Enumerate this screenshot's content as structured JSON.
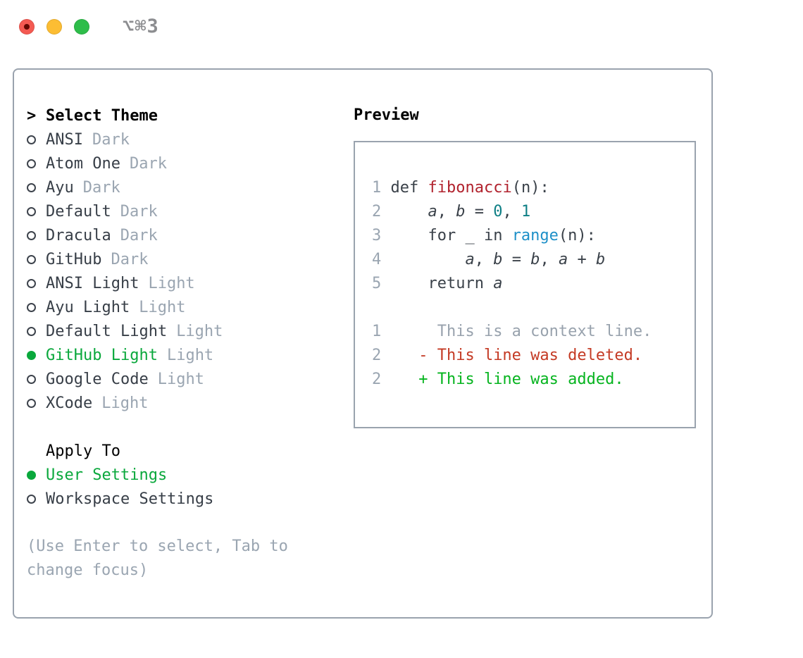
{
  "titlebar": {
    "title": "⌥⌘3",
    "traffic_lights": [
      "close",
      "minimize",
      "zoom"
    ]
  },
  "colors": {
    "accent_green": "#0aa83c",
    "panel_border": "#9aa3ae",
    "muted_gray": "#9aa5b1",
    "dark_text": "#373e47",
    "traffic_red": "#f45a52",
    "traffic_yellow": "#fcbd33",
    "traffic_green": "#2ebd4a"
  },
  "theme_panel": {
    "header_prefix": ">",
    "header": "Select Theme",
    "themes": [
      {
        "name": "ANSI",
        "variant": "Dark",
        "selected": false
      },
      {
        "name": "Atom One",
        "variant": "Dark",
        "selected": false
      },
      {
        "name": "Ayu",
        "variant": "Dark",
        "selected": false
      },
      {
        "name": "Default",
        "variant": "Dark",
        "selected": false
      },
      {
        "name": "Dracula",
        "variant": "Dark",
        "selected": false
      },
      {
        "name": "GitHub",
        "variant": "Dark",
        "selected": false
      },
      {
        "name": "ANSI Light",
        "variant": "Light",
        "selected": false
      },
      {
        "name": "Ayu Light",
        "variant": "Light",
        "selected": false
      },
      {
        "name": "Default Light",
        "variant": "Light",
        "selected": false
      },
      {
        "name": "GitHub Light",
        "variant": "Light",
        "selected": true
      },
      {
        "name": "Google Code",
        "variant": "Light",
        "selected": false
      },
      {
        "name": "XCode",
        "variant": "Light",
        "selected": false
      }
    ],
    "apply_to": {
      "header": "Apply To",
      "options": [
        {
          "label": "User Settings",
          "selected": true
        },
        {
          "label": "Workspace Settings",
          "selected": false
        }
      ]
    },
    "hint_lines": [
      "(Use Enter to select, Tab to",
      "change focus)"
    ]
  },
  "preview": {
    "header": "Preview",
    "code_palette": {
      "ln": "#9aa5b1",
      "fg": "#3a4149",
      "func": "#b1222d",
      "num": "#0e7f85",
      "builtin": "#1e90c8",
      "var": "#3a4149",
      "ctx": "#98a2ad",
      "del": "#c43a24",
      "add": "#06b41f"
    },
    "code_lines": [
      {
        "segments": [
          {
            "t": "1 ",
            "c": "ln"
          },
          {
            "t": "def ",
            "c": "fg"
          },
          {
            "t": "fibonacci",
            "c": "func"
          },
          {
            "t": "(n):",
            "c": "fg"
          }
        ]
      },
      {
        "segments": [
          {
            "t": "2 ",
            "c": "ln"
          },
          {
            "t": "    ",
            "c": "fg"
          },
          {
            "t": "a",
            "c": "var",
            "i": true
          },
          {
            "t": ", ",
            "c": "fg"
          },
          {
            "t": "b",
            "c": "var",
            "i": true
          },
          {
            "t": " = ",
            "c": "fg"
          },
          {
            "t": "0",
            "c": "num"
          },
          {
            "t": ", ",
            "c": "fg"
          },
          {
            "t": "1",
            "c": "num"
          }
        ]
      },
      {
        "segments": [
          {
            "t": "3 ",
            "c": "ln"
          },
          {
            "t": "    for _ in ",
            "c": "fg"
          },
          {
            "t": "range",
            "c": "builtin"
          },
          {
            "t": "(n):",
            "c": "fg"
          }
        ]
      },
      {
        "segments": [
          {
            "t": "4 ",
            "c": "ln"
          },
          {
            "t": "        ",
            "c": "fg"
          },
          {
            "t": "a",
            "c": "var",
            "i": true
          },
          {
            "t": ", ",
            "c": "fg"
          },
          {
            "t": "b",
            "c": "var",
            "i": true
          },
          {
            "t": " = ",
            "c": "fg"
          },
          {
            "t": "b",
            "c": "var",
            "i": true
          },
          {
            "t": ", ",
            "c": "fg"
          },
          {
            "t": "a",
            "c": "var",
            "i": true
          },
          {
            "t": " + ",
            "c": "fg"
          },
          {
            "t": "b",
            "c": "var",
            "i": true
          }
        ]
      },
      {
        "segments": [
          {
            "t": "5 ",
            "c": "ln"
          },
          {
            "t": "    return ",
            "c": "fg"
          },
          {
            "t": "a",
            "c": "var",
            "i": true
          }
        ]
      },
      {
        "segments": []
      },
      {
        "segments": [
          {
            "t": "1",
            "c": "ln"
          },
          {
            "t": "      This is a context line.",
            "c": "ctx"
          }
        ]
      },
      {
        "segments": [
          {
            "t": "2",
            "c": "ln"
          },
          {
            "t": "    - This line was deleted.",
            "c": "del"
          }
        ]
      },
      {
        "segments": [
          {
            "t": "2",
            "c": "ln"
          },
          {
            "t": "    + This line was added.",
            "c": "add"
          }
        ]
      }
    ]
  }
}
